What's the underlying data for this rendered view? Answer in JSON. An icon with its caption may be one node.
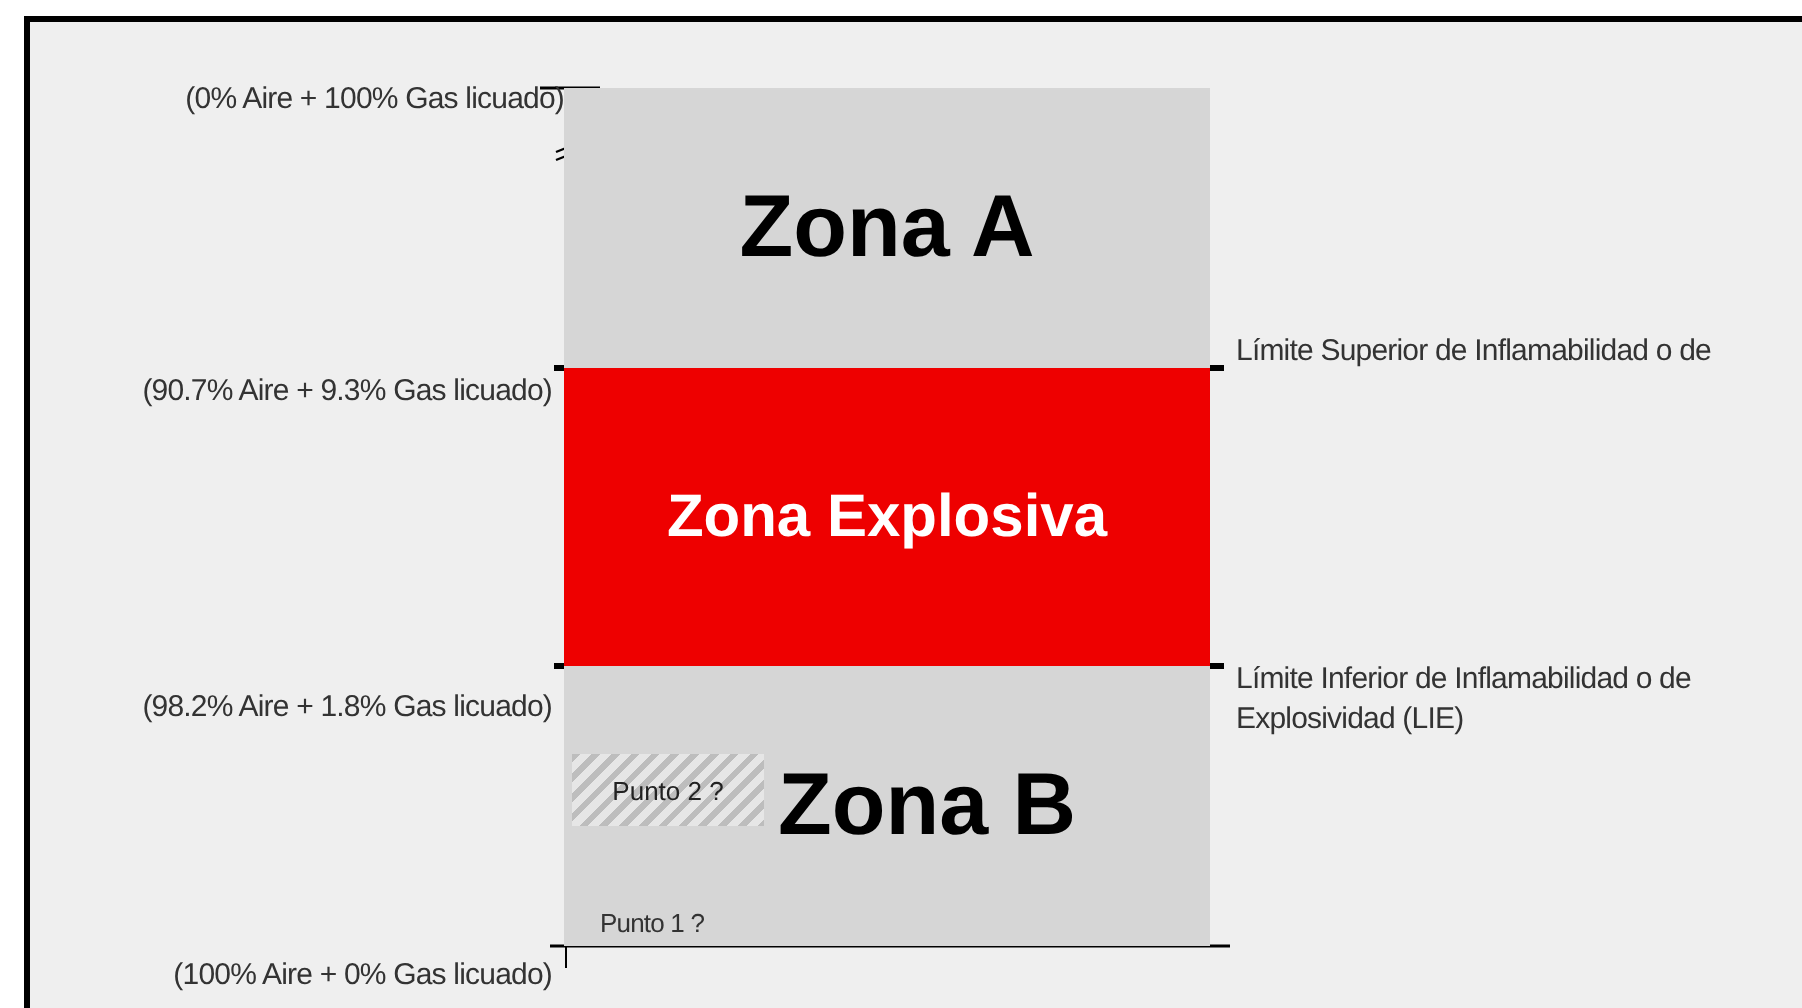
{
  "diagram": {
    "nodes": [
      {
        "text": [
          "Zona A"
        ]
      },
      {
        "text": [
          "Zona Explosiva"
        ]
      },
      {
        "text": [
          "Zona B"
        ]
      },
      {
        "text": [
          "Punto 2 ?"
        ],
        "in": 2
      }
    ],
    "edges": [],
    "labels": [
      "(0% Aire + 100% Gas licuado)",
      "Límite Superior de Inflamabilidad o de",
      "(90.7% Aire + 9.3% Gas licuado)",
      "Límite Inferior de Inflamabilidad o de Explosividad (LIE)",
      "(98.2% Aire + 1.8% Gas licuado)",
      "Punto 1 ?",
      "(100% Aire + 0% Gas licuado)"
    ]
  }
}
